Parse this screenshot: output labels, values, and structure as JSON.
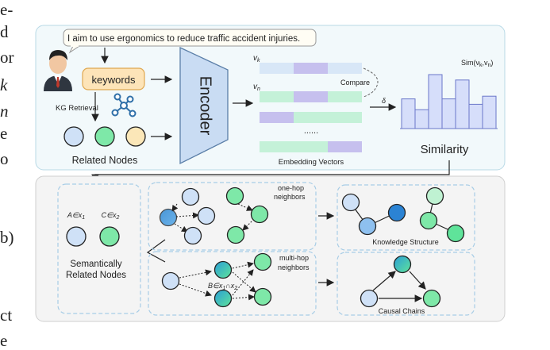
{
  "left_margin_fragments": [
    "e-",
    "d",
    "or",
    "k",
    "n",
    "e",
    "o",
    "b)",
    "ct",
    "e"
  ],
  "top_panel": {
    "speech": "I aim to use ergonomics to reduce traffic accident injuries.",
    "keywords": "keywords",
    "kg_retrieval": "KG Retrieval",
    "related_nodes": "Related Nodes",
    "encoder": "Encoder",
    "vk": "v",
    "vk_sub": "k",
    "vn": "v",
    "vn_sub": "n",
    "compare": "Compare",
    "dots": "......",
    "embedding_vectors": "Embedding Vectors",
    "delta": "δ",
    "sim_label": "Sim(v",
    "sim_label_k": "k",
    "sim_label_comma": ",v",
    "sim_label_n": "n",
    "sim_label_end": ")",
    "similarity": "Similarity",
    "bar_values": [
      0.55,
      0.35,
      1.0,
      0.55,
      0.9,
      0.45,
      0.6
    ]
  },
  "bottom_panel": {
    "a_label": "A∈x",
    "a_sub": "1",
    "c_label": "C∈x",
    "c_sub": "2",
    "semantic_line1": "Semantically",
    "semantic_line2": "Related Nodes",
    "one_hop_line1": "one-hop",
    "one_hop_line2": "neighbors",
    "multi_hop_line1": "multi-hop",
    "multi_hop_line2": "neighbors",
    "b_label": "B∈x",
    "b_sub": "1",
    "b_cap": "∩x",
    "b_sub2": "2",
    "knowledge_structure": "Knowledge Structure",
    "causal_chains": "Causal Chains"
  },
  "colors": {
    "blue_node": "#cfe1f7",
    "green_node": "#7ee8a8",
    "yellow_node": "#fbe7b8",
    "panel_bg": "#f2f9fb",
    "bottom_bg": "#f4f4f4",
    "encoder_fill": "#c9dcf3",
    "keywords_fill": "#fde4b8"
  }
}
